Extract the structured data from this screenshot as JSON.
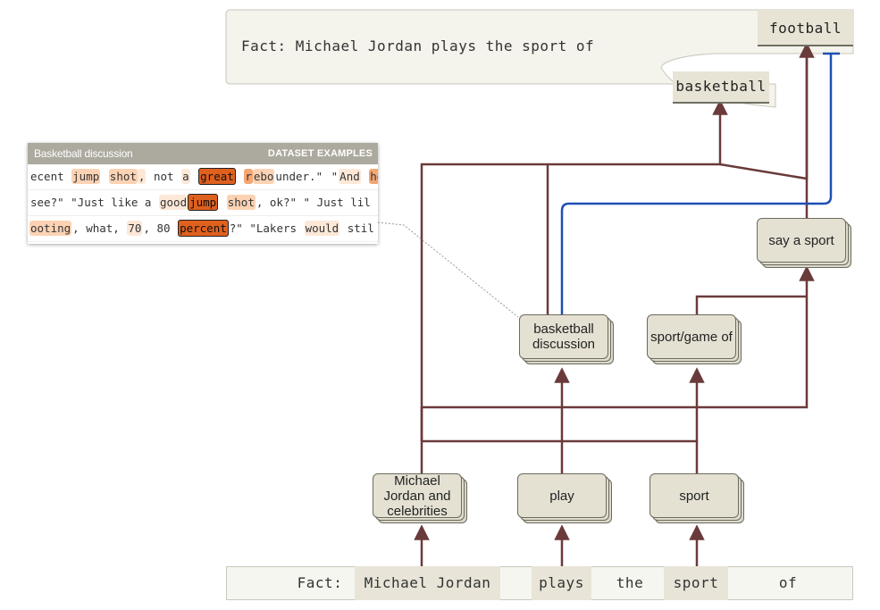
{
  "top_prompt": {
    "text": "Fact: Michael Jordan plays the sport of",
    "output_main": "football",
    "output_alt": "basketball"
  },
  "bottom_prompt": {
    "label": "Fact:",
    "tokens": [
      "Michael Jordan",
      "plays",
      "the",
      "sport",
      "of"
    ]
  },
  "nodes": {
    "michael_jordan": "Michael Jordan and celebrities",
    "play": "play",
    "sport": "sport",
    "basketball_discussion": "basketball discussion",
    "sport_game_of": "sport/game of",
    "say_a_sport": "say a sport"
  },
  "panel": {
    "title": "Basketball discussion",
    "tag": "DATASET EXAMPLES",
    "rows": [
      [
        {
          "t": "ecent ",
          "a": 0
        },
        {
          "t": "jump",
          "a": 2
        },
        {
          "t": " ",
          "a": 0
        },
        {
          "t": "shot",
          "a": 2
        },
        {
          "t": ",",
          "a": 1
        },
        {
          "t": " not ",
          "a": 0
        },
        {
          "t": "a",
          "a": 1
        },
        {
          "t": " ",
          "a": 0
        },
        {
          "t": "great",
          "a": 4
        },
        {
          "t": " ",
          "a": 0
        },
        {
          "t": "r",
          "a": 3
        },
        {
          "t": "ebo",
          "a": 2
        },
        {
          "t": "under.\"",
          "a": 0
        },
        {
          "t": " \"",
          "a": 0
        },
        {
          "t": "And",
          "a": 1
        },
        {
          "t": " ",
          "a": 0
        },
        {
          "t": "he",
          "a": 3
        },
        {
          "t": "'",
          "a": 0
        }
      ],
      [
        {
          "t": "see?\" \"Just like a ",
          "a": 0
        },
        {
          "t": "good",
          "a": 1
        },
        {
          "t": "jump",
          "a": 4
        },
        {
          "t": " ",
          "a": 0
        },
        {
          "t": "shot",
          "a": 2
        },
        {
          "t": ", ok?\" \" Just lil",
          "a": 0
        }
      ],
      [
        {
          "t": "ooting",
          "a": 2
        },
        {
          "t": ", what, ",
          "a": 0
        },
        {
          "t": "70",
          "a": 1
        },
        {
          "t": ", 80 ",
          "a": 0
        },
        {
          "t": "percent",
          "a": 4
        },
        {
          "t": "?\" \"Lakers ",
          "a": 0
        },
        {
          "t": "would",
          "a": 1
        },
        {
          "t": " stil",
          "a": 0
        }
      ]
    ]
  },
  "colors": {
    "edge": "#6b3a3a",
    "suppress": "#1f4fb3",
    "node_fill": "#e4e1d3",
    "token_highlight": "#e8e5d8"
  }
}
